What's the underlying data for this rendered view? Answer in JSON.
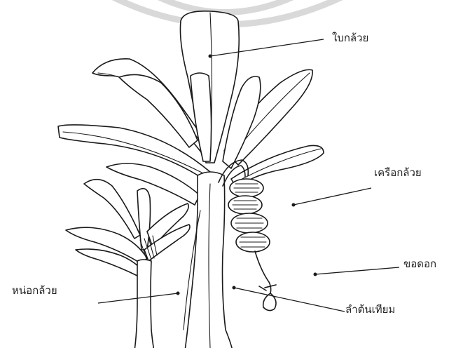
{
  "labels": {
    "leaf": "ใบกล้วย",
    "bunch": "เครือกล้วย",
    "flower_stalk": "ขอดอก",
    "sucker": "หน่อกล้วย",
    "pseudostem": "ลำต้นเทียม"
  },
  "colors": {
    "line": "#1a1a1a",
    "watermark": "#d9d9d9",
    "background": "#ffffff"
  }
}
